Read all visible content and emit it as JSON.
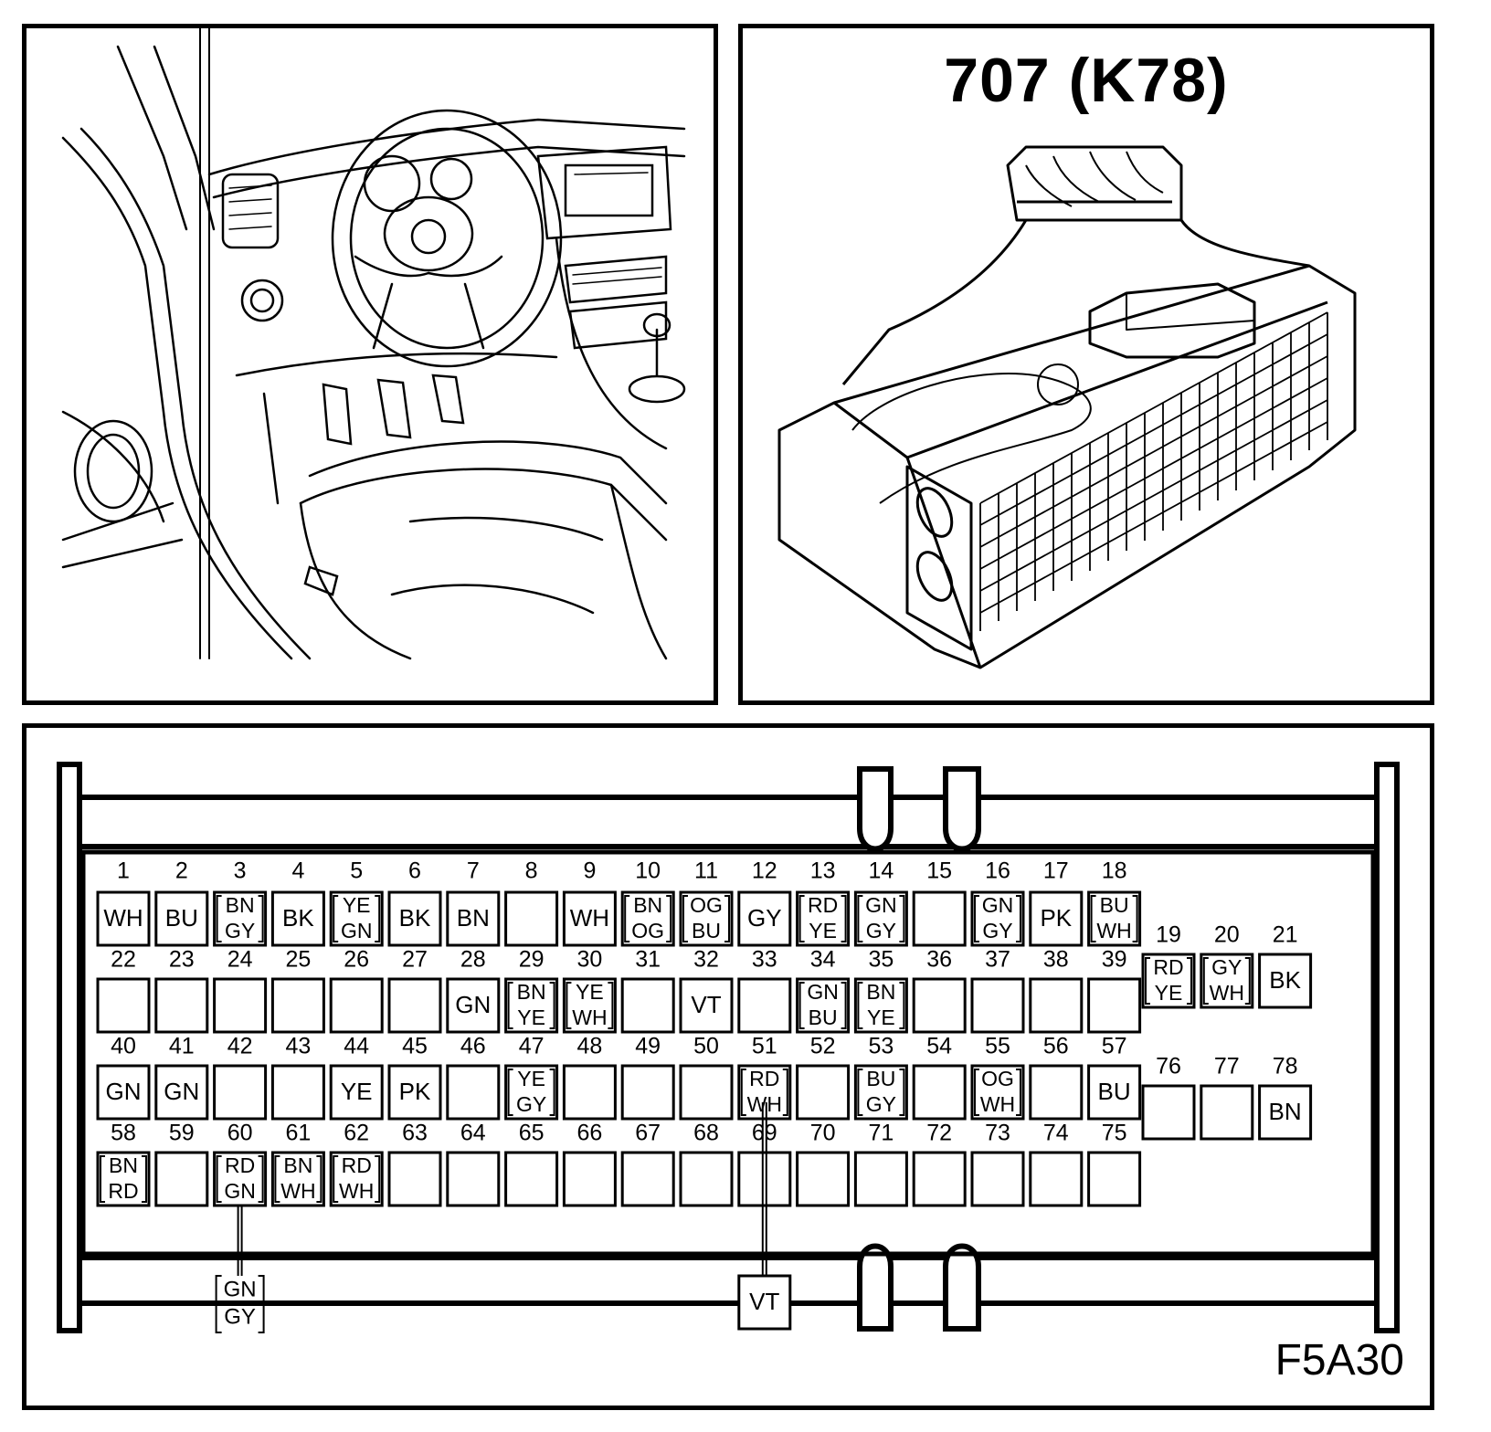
{
  "connector": {
    "title": "707 (K78)",
    "figure_code": "F5A30",
    "pins": [
      {
        "n": "1",
        "c": [
          "WH"
        ]
      },
      {
        "n": "2",
        "c": [
          "BU"
        ]
      },
      {
        "n": "3",
        "c": [
          "BN",
          "GY"
        ]
      },
      {
        "n": "4",
        "c": [
          "BK"
        ]
      },
      {
        "n": "5",
        "c": [
          "YE",
          "GN"
        ]
      },
      {
        "n": "6",
        "c": [
          "BK"
        ]
      },
      {
        "n": "7",
        "c": [
          "BN"
        ]
      },
      {
        "n": "8",
        "c": []
      },
      {
        "n": "9",
        "c": [
          "WH"
        ]
      },
      {
        "n": "10",
        "c": [
          "BN",
          "OG"
        ]
      },
      {
        "n": "11",
        "c": [
          "OG",
          "BU"
        ]
      },
      {
        "n": "12",
        "c": [
          "GY"
        ]
      },
      {
        "n": "13",
        "c": [
          "RD",
          "YE"
        ]
      },
      {
        "n": "14",
        "c": [
          "GN",
          "GY"
        ]
      },
      {
        "n": "15",
        "c": []
      },
      {
        "n": "16",
        "c": [
          "GN",
          "GY"
        ]
      },
      {
        "n": "17",
        "c": [
          "PK"
        ]
      },
      {
        "n": "18",
        "c": [
          "BU",
          "WH"
        ]
      },
      {
        "n": "19",
        "c": [
          "RD",
          "YE"
        ]
      },
      {
        "n": "20",
        "c": [
          "GY",
          "WH"
        ]
      },
      {
        "n": "21",
        "c": [
          "BK"
        ]
      },
      {
        "n": "22",
        "c": []
      },
      {
        "n": "23",
        "c": []
      },
      {
        "n": "24",
        "c": []
      },
      {
        "n": "25",
        "c": []
      },
      {
        "n": "26",
        "c": []
      },
      {
        "n": "27",
        "c": []
      },
      {
        "n": "28",
        "c": [
          "GN"
        ]
      },
      {
        "n": "29",
        "c": [
          "BN",
          "YE"
        ]
      },
      {
        "n": "30",
        "c": [
          "YE",
          "WH"
        ]
      },
      {
        "n": "31",
        "c": []
      },
      {
        "n": "32",
        "c": [
          "VT"
        ]
      },
      {
        "n": "33",
        "c": []
      },
      {
        "n": "34",
        "c": [
          "GN",
          "BU"
        ]
      },
      {
        "n": "35",
        "c": [
          "BN",
          "YE"
        ]
      },
      {
        "n": "36",
        "c": []
      },
      {
        "n": "37",
        "c": []
      },
      {
        "n": "38",
        "c": []
      },
      {
        "n": "39",
        "c": []
      },
      {
        "n": "40",
        "c": [
          "GN"
        ]
      },
      {
        "n": "41",
        "c": [
          "GN"
        ]
      },
      {
        "n": "42",
        "c": []
      },
      {
        "n": "43",
        "c": []
      },
      {
        "n": "44",
        "c": [
          "YE"
        ]
      },
      {
        "n": "45",
        "c": [
          "PK"
        ]
      },
      {
        "n": "46",
        "c": []
      },
      {
        "n": "47",
        "c": [
          "YE",
          "GY"
        ]
      },
      {
        "n": "48",
        "c": []
      },
      {
        "n": "49",
        "c": []
      },
      {
        "n": "50",
        "c": []
      },
      {
        "n": "51",
        "c": [
          "RD",
          "WH"
        ]
      },
      {
        "n": "52",
        "c": []
      },
      {
        "n": "53",
        "c": [
          "BU",
          "GY"
        ]
      },
      {
        "n": "54",
        "c": []
      },
      {
        "n": "55",
        "c": [
          "OG",
          "WH"
        ]
      },
      {
        "n": "56",
        "c": []
      },
      {
        "n": "57",
        "c": [
          "BU"
        ]
      },
      {
        "n": "58",
        "c": [
          "BN",
          "RD"
        ]
      },
      {
        "n": "59",
        "c": []
      },
      {
        "n": "60",
        "c": [
          "RD",
          "GN"
        ]
      },
      {
        "n": "61",
        "c": [
          "BN",
          "WH"
        ]
      },
      {
        "n": "62",
        "c": [
          "RD",
          "WH"
        ]
      },
      {
        "n": "63",
        "c": []
      },
      {
        "n": "64",
        "c": []
      },
      {
        "n": "65",
        "c": []
      },
      {
        "n": "66",
        "c": []
      },
      {
        "n": "67",
        "c": []
      },
      {
        "n": "68",
        "c": []
      },
      {
        "n": "69",
        "c": []
      },
      {
        "n": "70",
        "c": []
      },
      {
        "n": "71",
        "c": []
      },
      {
        "n": "72",
        "c": []
      },
      {
        "n": "73",
        "c": []
      },
      {
        "n": "74",
        "c": []
      },
      {
        "n": "75",
        "c": []
      },
      {
        "n": "76",
        "c": []
      },
      {
        "n": "77",
        "c": []
      },
      {
        "n": "78",
        "c": [
          "BN"
        ]
      }
    ],
    "splices": [
      {
        "from_pin": "60",
        "c": [
          "GN",
          "GY"
        ]
      },
      {
        "from_pin": "51",
        "c": [
          "VT"
        ]
      }
    ]
  }
}
